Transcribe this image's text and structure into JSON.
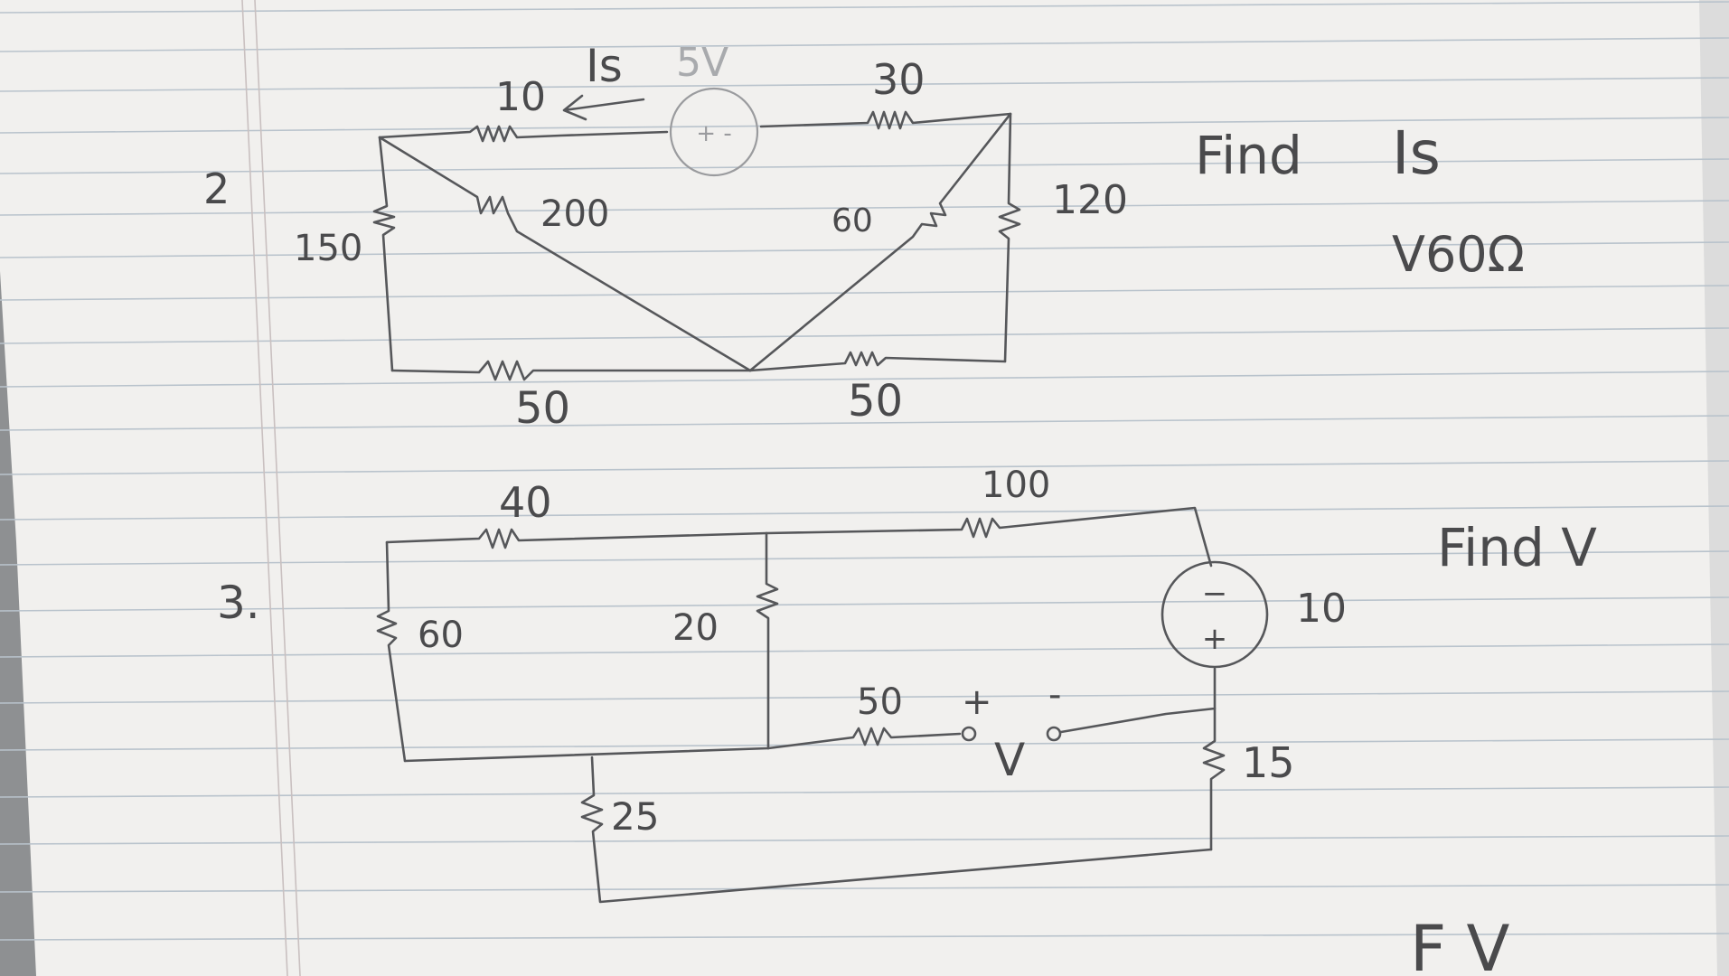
{
  "problem2": {
    "number": "2",
    "source": {
      "label": "5V",
      "symbol": "+ -"
    },
    "current_label": "Is",
    "resistors": {
      "r_10": "10",
      "r_30": "30",
      "r_150": "150",
      "r_200": "200",
      "r_60": "60",
      "r_120": "120",
      "r_50_left": "50",
      "r_50_right": "50"
    },
    "find": {
      "word": "Find",
      "item1": "Is",
      "item2": "V60Ω"
    }
  },
  "problem3": {
    "number": "3.",
    "resistors": {
      "r_40": "40",
      "r_100": "100",
      "r_60": "60",
      "r_20": "20",
      "r_50": "50",
      "r_25": "25",
      "r_15": "15"
    },
    "source": {
      "label": "10",
      "minus": "−",
      "plus": "+"
    },
    "voltage": {
      "label": "V",
      "plus": "+",
      "minus": "-"
    },
    "find": {
      "text": "Find V"
    }
  },
  "bottom_partial": {
    "text": "F  V"
  }
}
